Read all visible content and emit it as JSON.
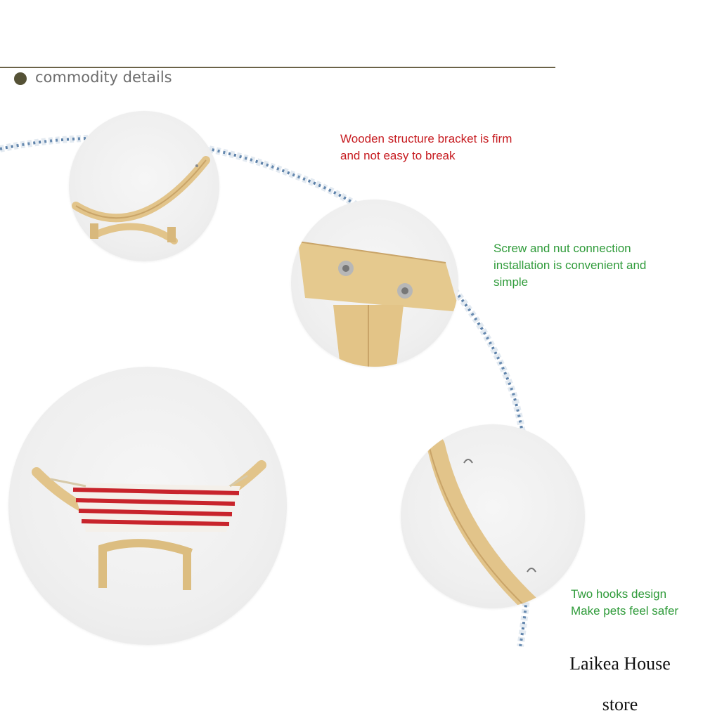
{
  "header": {
    "title": "commodity details"
  },
  "callouts": {
    "bracket": {
      "line1": "Wooden structure bracket is firm",
      "line2": "and not easy to break"
    },
    "screw": {
      "line1": "Screw and nut connection",
      "line2": "installation is convenient and",
      "line3": "simple"
    },
    "hooks": {
      "line1": "Two hooks design",
      "line2": "Make pets feel safer"
    }
  },
  "store": {
    "name": "Laikea House store"
  },
  "colors": {
    "callout_red": "#c61a1f",
    "callout_green": "#2f9b3a",
    "wood": "#e2c48a",
    "stripe_red": "#c8242b"
  },
  "icons": {
    "photo1": "wooden-bracket-photo",
    "photo2": "screw-joint-photo",
    "photo3": "striped-hammock-photo",
    "photo4": "hook-detail-photo"
  }
}
